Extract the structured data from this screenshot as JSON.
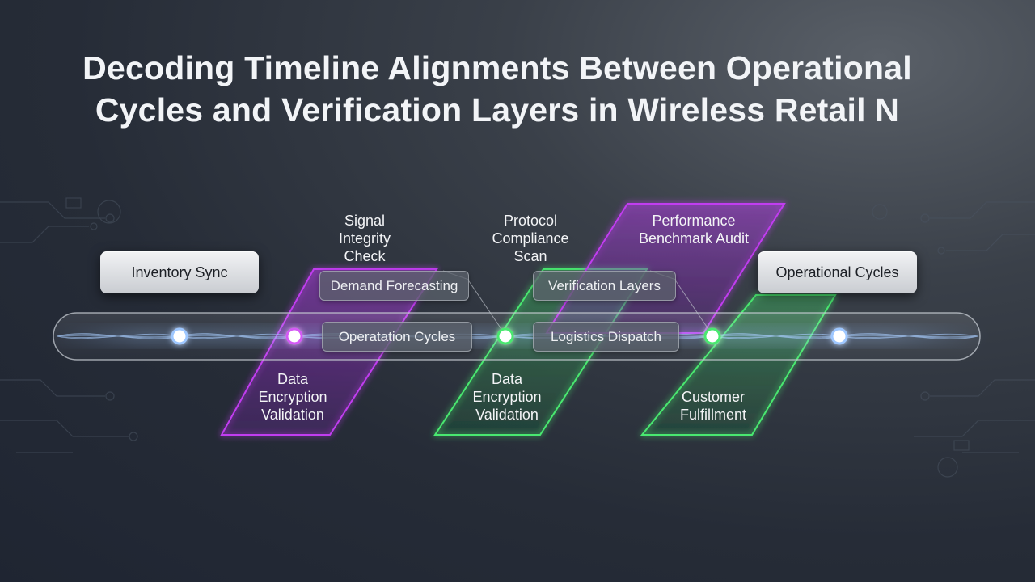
{
  "title": {
    "line1": "Decoding Timeline Alignments Between Operational",
    "line2": "Cycles and Verification Layers in Wireless Retail N"
  },
  "cards": {
    "inventory_sync": "Inventory Sync",
    "operational_cycles": "Operational Cycles"
  },
  "pills": {
    "demand_forecasting": "Demand Forecasting",
    "operatation_cycles": "Operatation Cycles",
    "verification_layers": "Verification Layers",
    "logistics_dispatch": "Logistics Dispatch"
  },
  "labels": {
    "signal_integrity": [
      "Signal",
      "Integrity",
      "Check"
    ],
    "protocol_compliance": [
      "Protocol",
      "Compliance",
      "Scan"
    ],
    "performance_benchmark": [
      "Performance",
      "Benchmark Audit"
    ],
    "data_encryption_1": [
      "Data",
      "Encryption",
      "Validation"
    ],
    "data_encryption_2": [
      "Data",
      "Encryption",
      "Validation"
    ],
    "customer_fulfillment": [
      "Customer",
      "Fulfillment"
    ]
  },
  "colors": {
    "magenta": "#c13cf0",
    "green": "#49e86f",
    "node_blue": "#9ec7ff",
    "background": "#262c37"
  }
}
